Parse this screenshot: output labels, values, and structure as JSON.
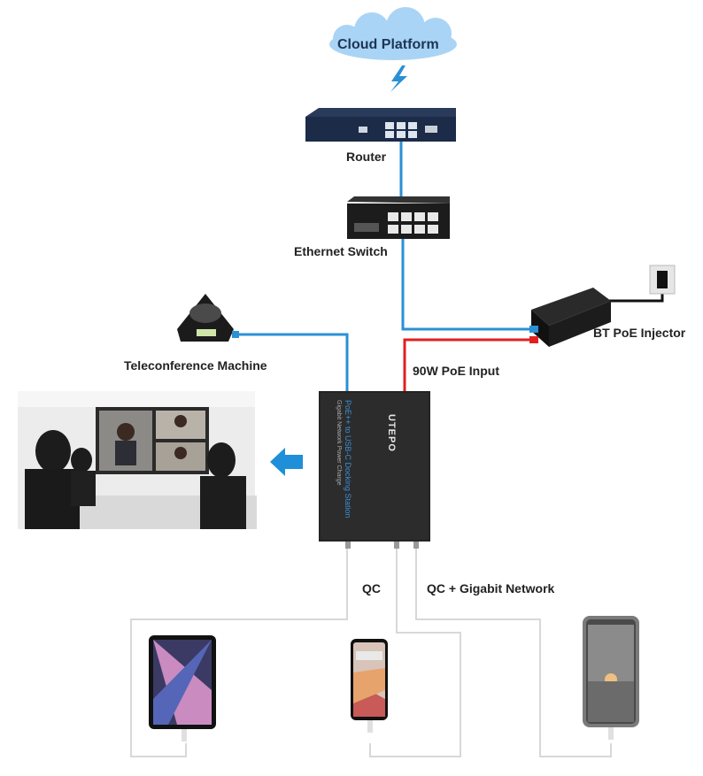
{
  "cloud": {
    "label": "Cloud Platform"
  },
  "router": {
    "label": "Router"
  },
  "switch": {
    "label": "Ethernet Switch"
  },
  "injector": {
    "label": "BT PoE Injector",
    "input_label": "90W PoE Input"
  },
  "teleconference": {
    "label": "Teleconference Machine"
  },
  "dock": {
    "brand": "UTEPO",
    "product_line1": "PoE++ to USB-C Docking Station",
    "product_line2": "Gigabit Network Power Charge"
  },
  "ports": {
    "qc_label": "QC",
    "qc_gigabit_label": "QC + Gigabit Network"
  },
  "colors": {
    "network": "#2b8fd6",
    "power": "#e02020",
    "usb": "#d8d8d8",
    "cloud": "#a9d4f5",
    "arrow": "#1e8fd8"
  }
}
